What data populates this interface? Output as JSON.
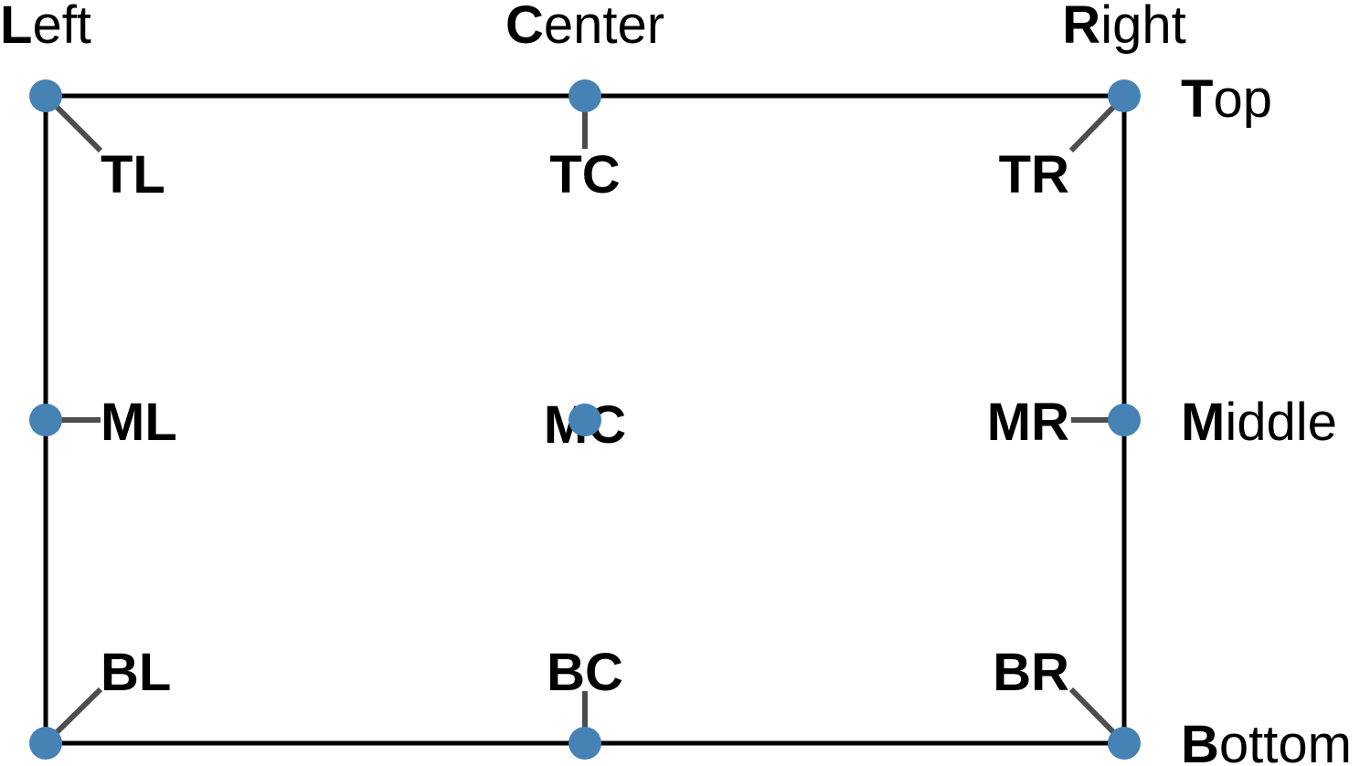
{
  "columns": [
    {
      "key": "left",
      "initial": "L",
      "rest": "eft"
    },
    {
      "key": "center",
      "initial": "C",
      "rest": "enter"
    },
    {
      "key": "right",
      "initial": "R",
      "rest": "ight"
    }
  ],
  "rows": [
    {
      "key": "top",
      "initial": "T",
      "rest": "op"
    },
    {
      "key": "middle",
      "initial": "M",
      "rest": "iddle"
    },
    {
      "key": "bottom",
      "initial": "B",
      "rest": "ottom"
    }
  ],
  "points": [
    {
      "key": "tl",
      "label": "TL"
    },
    {
      "key": "tc",
      "label": "TC"
    },
    {
      "key": "tr",
      "label": "TR"
    },
    {
      "key": "ml",
      "label": "ML"
    },
    {
      "key": "mc",
      "label": "MC"
    },
    {
      "key": "mr",
      "label": "MR"
    },
    {
      "key": "bl",
      "label": "BL"
    },
    {
      "key": "bc",
      "label": "BC"
    },
    {
      "key": "br",
      "label": "BR"
    }
  ],
  "colors": {
    "point": "#4682b4",
    "frame": "#000000",
    "leader": "#4d4d4d",
    "text": "#000000"
  }
}
